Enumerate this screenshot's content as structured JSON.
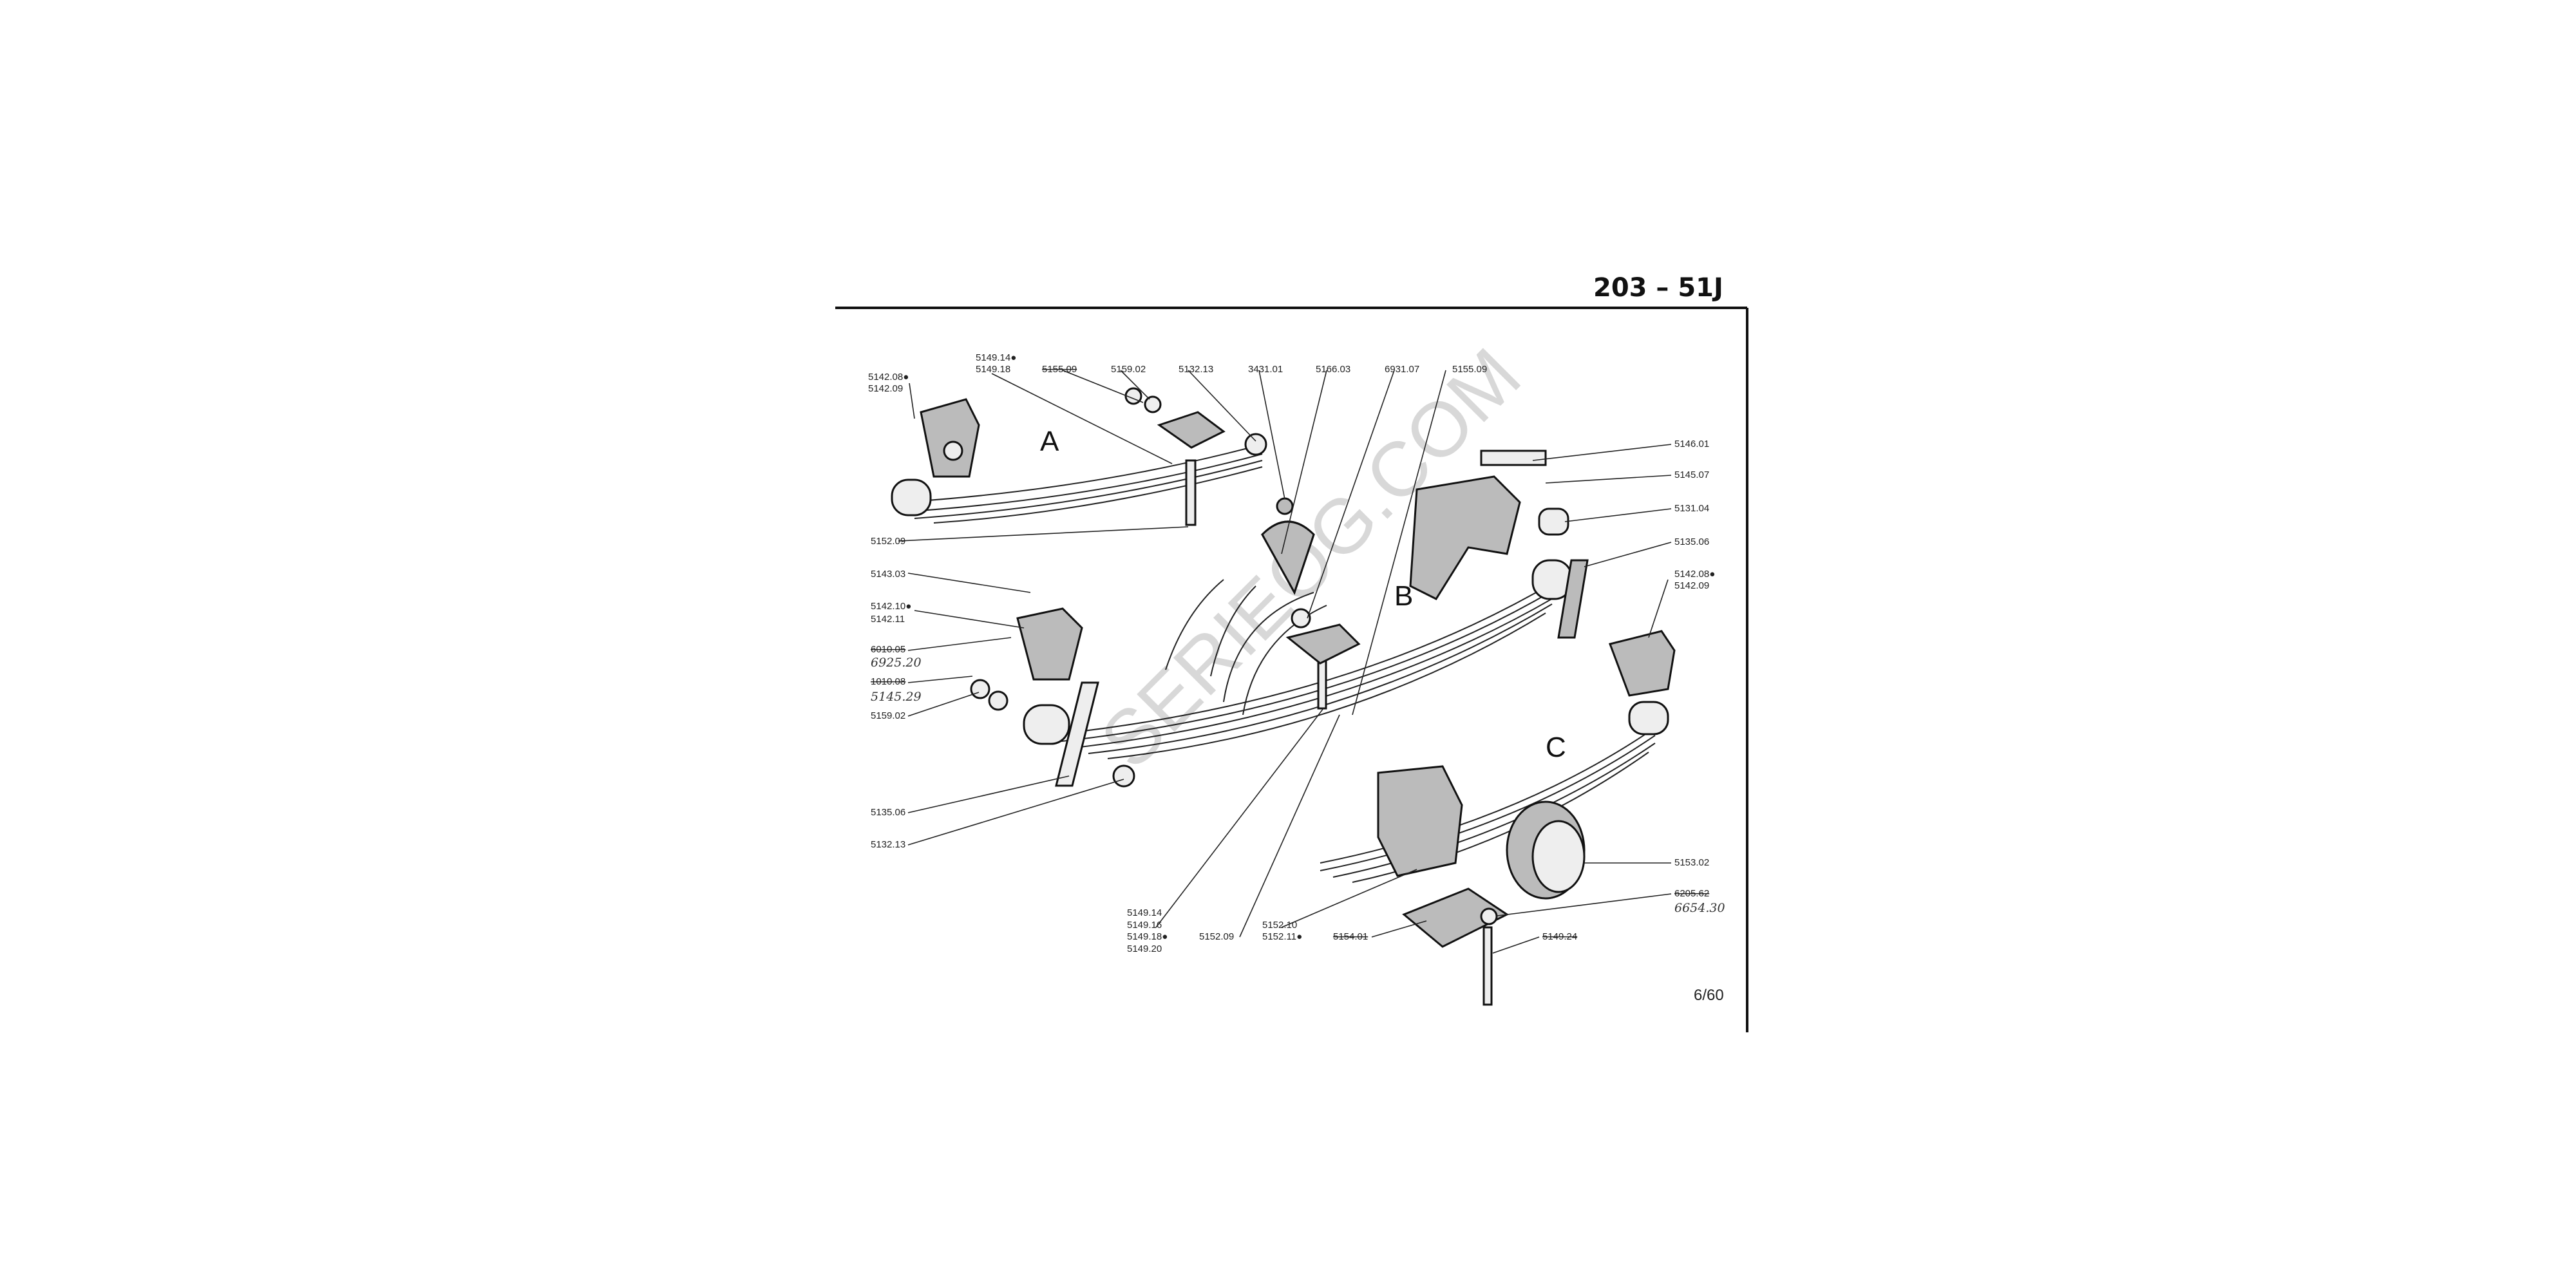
{
  "page": {
    "title": "203 – 51J",
    "page_number": "6/60",
    "watermark": "SERIEOG.COM"
  },
  "sections": {
    "a": "A",
    "b": "B",
    "c": "C"
  },
  "labels": {
    "top_5142_08": "5142.08●",
    "top_5142_09": "5142.09",
    "top_5149_14": "5149.14●",
    "top_5149_18": "5149.18",
    "top_5155_09_struck": "5155.09",
    "top_5159_02": "5159.02",
    "top_5132_13": "5132.13",
    "top_3431_01": "3431.01",
    "top_5166_03": "5166.03",
    "top_6931_07": "6931.07",
    "top_5155_09": "5155.09",
    "r_5146_01": "5146.01",
    "r_5145_07": "5145.07",
    "r_5131_04": "5131.04",
    "r_5135_06": "5135.06",
    "r_5142_08": "5142.08●",
    "r_5142_09": "5142.09",
    "l_5152_09": "5152.09",
    "l_5143_03": "5143.03",
    "l_5142_10": "5142.10●",
    "l_5142_11": "5142.11",
    "l_struck_1": "6010.05",
    "l_hand_1": "6925.20",
    "l_struck_2": "1010.08",
    "l_hand_2": "5145.29",
    "l_5159_02": "5159.02",
    "l_5135_06": "5135.06",
    "l_5132_13": "5132.13",
    "r_5153_02": "5153.02",
    "r_struck_3": "6205.62",
    "r_hand_3": "6654.30",
    "b_5149_14": "5149.14",
    "b_5149_16": "5149.16",
    "b_5149_18": "5149.18●",
    "b_5149_20": "5149.20",
    "b_5152_09": "5152.09",
    "b_5152_10": "5152.10",
    "b_5152_11": "5152.11●",
    "b_5154_01": "5154.01",
    "b_5149_24": "5149.24"
  }
}
